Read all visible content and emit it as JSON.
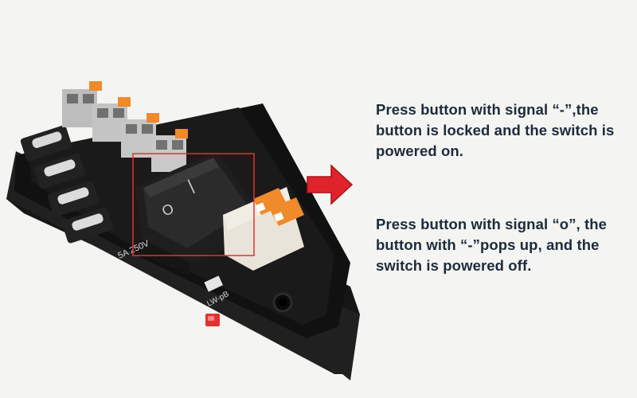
{
  "instructions": {
    "power_on": "Press button with signal “-”,the button is locked and the switch is powered on.",
    "power_off": "Press button with signal “o”, the button with “-”pops up, and the switch is powered off."
  },
  "switch_symbols": {
    "on": "|",
    "off": "O"
  },
  "board_markings": {
    "inscription": "5A 250V",
    "brand": "LW-pB"
  },
  "colors": {
    "background": "#f4f4f2",
    "text": "#1d2b3a",
    "arrow": "#e0232b",
    "highlight_box": "#e53030",
    "terminal_orange": "#f08a2a",
    "board": "#141414",
    "led": "#e33030"
  },
  "icons": {
    "pointer": "right-arrow-icon"
  }
}
